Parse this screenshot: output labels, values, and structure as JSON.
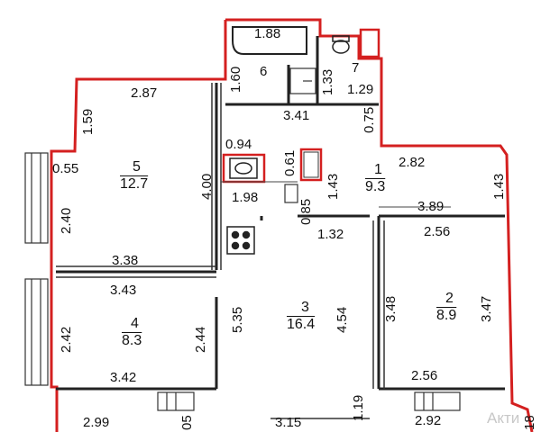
{
  "colors": {
    "outline": "#d42020",
    "walls": "#222222",
    "text": "#111111",
    "watermark": "#c8c8c8"
  },
  "icons": [
    "bathtub-icon",
    "toilet-icon",
    "sink-icon",
    "washing-machine-icon",
    "stove-icon",
    "window-icon",
    "door-icon"
  ],
  "rooms": {
    "r1": {
      "num": "1",
      "area": "9.3"
    },
    "r2": {
      "num": "2",
      "area": "8.9"
    },
    "r3": {
      "num": "3",
      "area": "16.4"
    },
    "r4": {
      "num": "4",
      "area": "8.3"
    },
    "r5": {
      "num": "5",
      "area": "12.7"
    },
    "r6": {
      "num": "6"
    },
    "r7": {
      "num": "7"
    }
  },
  "dims": {
    "d188": "1.88",
    "d160": "1.60",
    "d133": "1.33",
    "d129": "1.29",
    "d287": "2.87",
    "d159": "1.59",
    "d341": "3.41",
    "d075": "0.75",
    "d094": "0.94",
    "d061": "0.61",
    "d055": "0.55",
    "d400": "4.00",
    "d282": "2.82",
    "d143a": "1.43",
    "d143b": "1.43",
    "d240": "2.40",
    "d198": "1.98",
    "d389": "3.89",
    "d085": "0.85",
    "d132": "1.32",
    "d256a": "2.56",
    "d338": "3.38",
    "d343": "3.43",
    "d348": "3.48",
    "d347": "3.47",
    "d242": "2.42",
    "d244": "2.44",
    "d535": "5.35",
    "d454": "4.54",
    "d342": "3.42",
    "d256b": "2.56",
    "d119": "1.19",
    "d299": "2.99",
    "d05": "05",
    "d315": "3.15",
    "d292": "2.92",
    "d18": "18"
  },
  "watermark": "Акти"
}
